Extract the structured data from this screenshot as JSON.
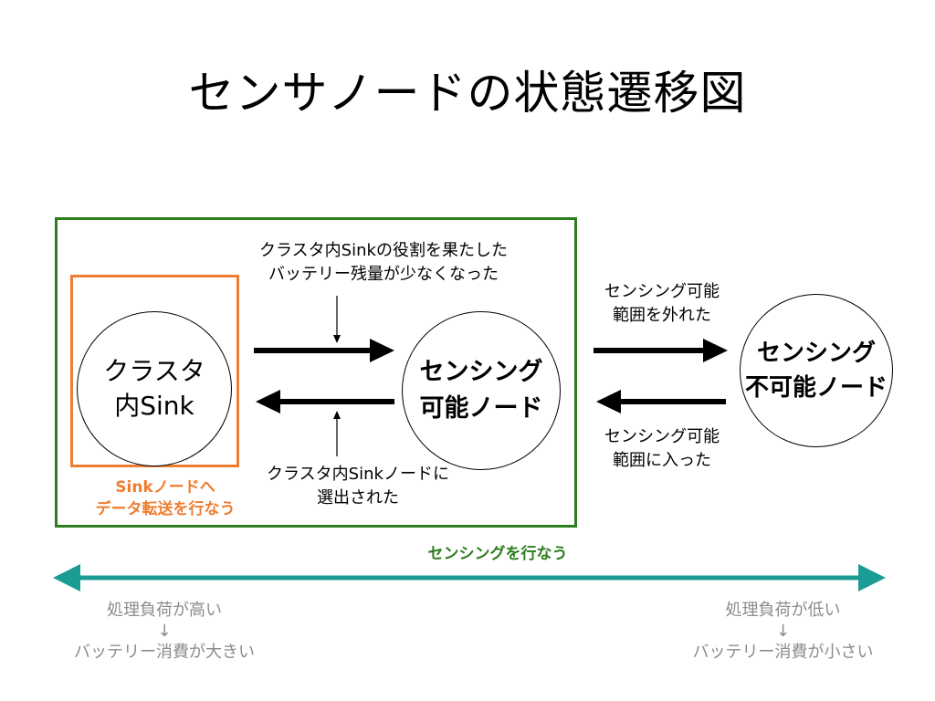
{
  "slide": {
    "title": "センサノードの状態遷移図"
  },
  "nodes": {
    "cluster_sink": {
      "line1": "クラスタ",
      "line2": "内Sink"
    },
    "sensing_capable": {
      "line1": "センシング",
      "line2": "可能ノード"
    },
    "sensing_incapable": {
      "line1": "センシング",
      "line2": "不可能ノード"
    }
  },
  "labels": {
    "top_transition": {
      "line1": "クラスタ内Sinkの役割を果たした",
      "line2": "バッテリー残量が少なくなった"
    },
    "bottom_transition": {
      "line1": "クラスタ内Sinkノードに",
      "line2": "選出された"
    },
    "out_of_range": {
      "line1": "センシング可能",
      "line2": "範囲を外れた"
    },
    "into_range": {
      "line1": "センシング可能",
      "line2": "範囲に入った"
    },
    "sink_role": {
      "line1": "Sinkノードへ",
      "line2": "データ転送を行なう"
    },
    "sensing_role": "センシングを行なう"
  },
  "scale": {
    "left": {
      "line1": "処理負荷が高い",
      "arrow": "↓",
      "line2": "バッテリー消費が大きい"
    },
    "right": {
      "line1": "処理負荷が低い",
      "arrow": "↓",
      "line2": "バッテリー消費が小さい"
    }
  },
  "colors": {
    "green": "#2e7d1f",
    "orange": "#ee7d31",
    "teal": "#1a9c94",
    "gray_text": "#8c8c8c"
  }
}
